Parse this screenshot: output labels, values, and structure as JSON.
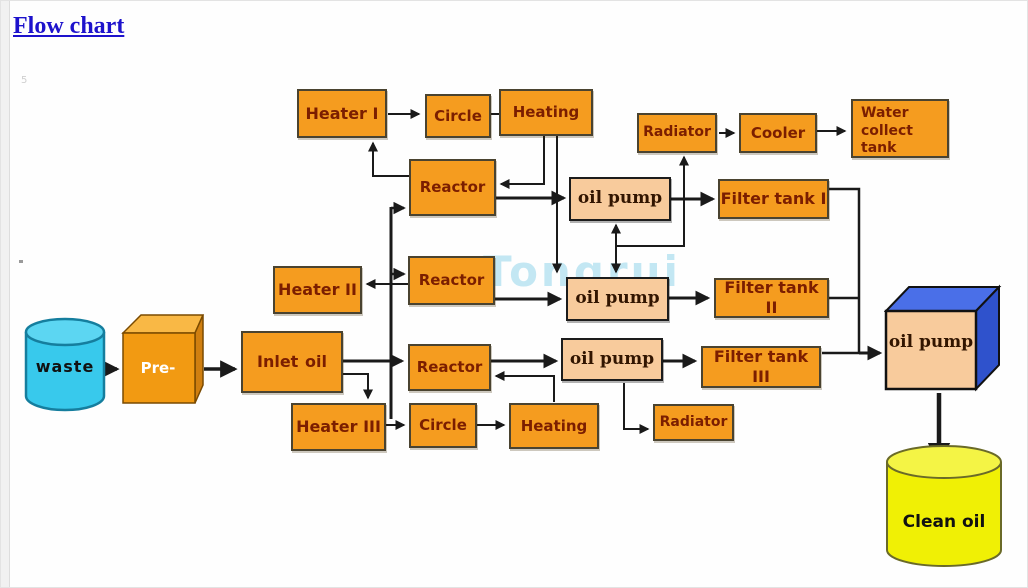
{
  "title": {
    "label": "Flow chart"
  },
  "watermark": {
    "text": "Tongrui"
  },
  "colors": {
    "box_orange": "#f59c1f",
    "box_peach": "#f8cb9c",
    "label_maroon": "#7b1e00",
    "waste_cyan": "#38c9ec",
    "clean_oil_yellow": "#f0f005",
    "pump_cube_blue_top": "#4a6fe8",
    "pump_cube_blue_side": "#2f52cc",
    "title_blue": "#1d12cc",
    "watermark_blue": "#c3e7f3",
    "arrow_black": "#1a1a1a"
  },
  "nodes": {
    "waste": {
      "label": "waste"
    },
    "pre": {
      "label": "Pre-"
    },
    "inlet": {
      "label_left": "Inlet",
      "label_right": "oil"
    },
    "heater1": {
      "label": "Heater I"
    },
    "circle1": {
      "label": "Circle"
    },
    "heating1": {
      "label": "Heating"
    },
    "reactor1": {
      "label": "Reactor"
    },
    "oilpump1": {
      "label": "oil pump"
    },
    "radiator1": {
      "label": "Radiator"
    },
    "cooler": {
      "label": "Cooler"
    },
    "watertank": {
      "label": "Water collect tank"
    },
    "filter1": {
      "label": "Filter tank I"
    },
    "heater2": {
      "label": "Heater II"
    },
    "reactor2": {
      "label": "Reactor"
    },
    "oilpump2": {
      "label": "oil pump"
    },
    "filter2": {
      "label": "Filter tank II"
    },
    "reactor3": {
      "label": "Reactor"
    },
    "oilpump3": {
      "label": "oil pump"
    },
    "filter3": {
      "label": "Filter tank III"
    },
    "heater3": {
      "label": "Heater III"
    },
    "circle2": {
      "label": "Circle"
    },
    "heating2": {
      "label": "Heating"
    },
    "radiator2": {
      "label": "Radiator"
    },
    "bigpump": {
      "label": "oil pump"
    },
    "cleanoil": {
      "label": "Clean oil"
    }
  }
}
